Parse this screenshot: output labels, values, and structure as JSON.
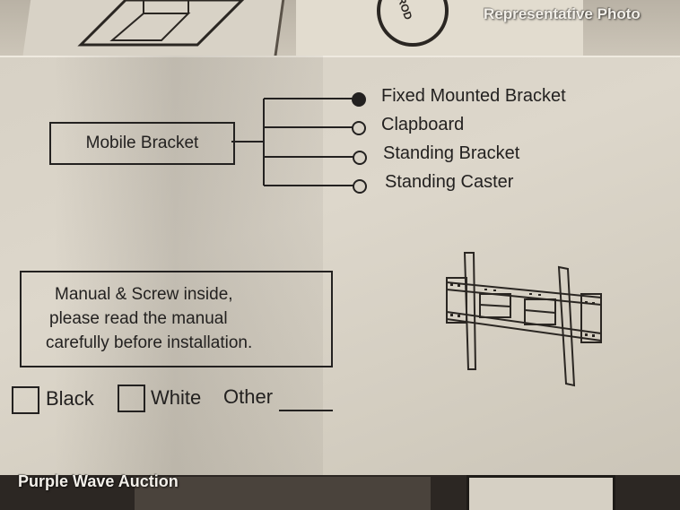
{
  "watermark": {
    "top": "Representative Photo",
    "bottom": "Purple Wave Auction"
  },
  "diagram": {
    "root_label": "Mobile Bracket",
    "options": [
      {
        "label": "Fixed Mounted Bracket",
        "selected": true
      },
      {
        "label": "Clapboard",
        "selected": false
      },
      {
        "label": "Standing Bracket",
        "selected": false
      },
      {
        "label": "Standing Caster",
        "selected": false
      }
    ]
  },
  "notice": {
    "lines": [
      "Manual  &  Screw  inside,",
      "please read the manual",
      "carefully before installation."
    ]
  },
  "colors": {
    "black": "Black",
    "white": "White",
    "other": "Other"
  },
  "top_box_text": "ROD"
}
